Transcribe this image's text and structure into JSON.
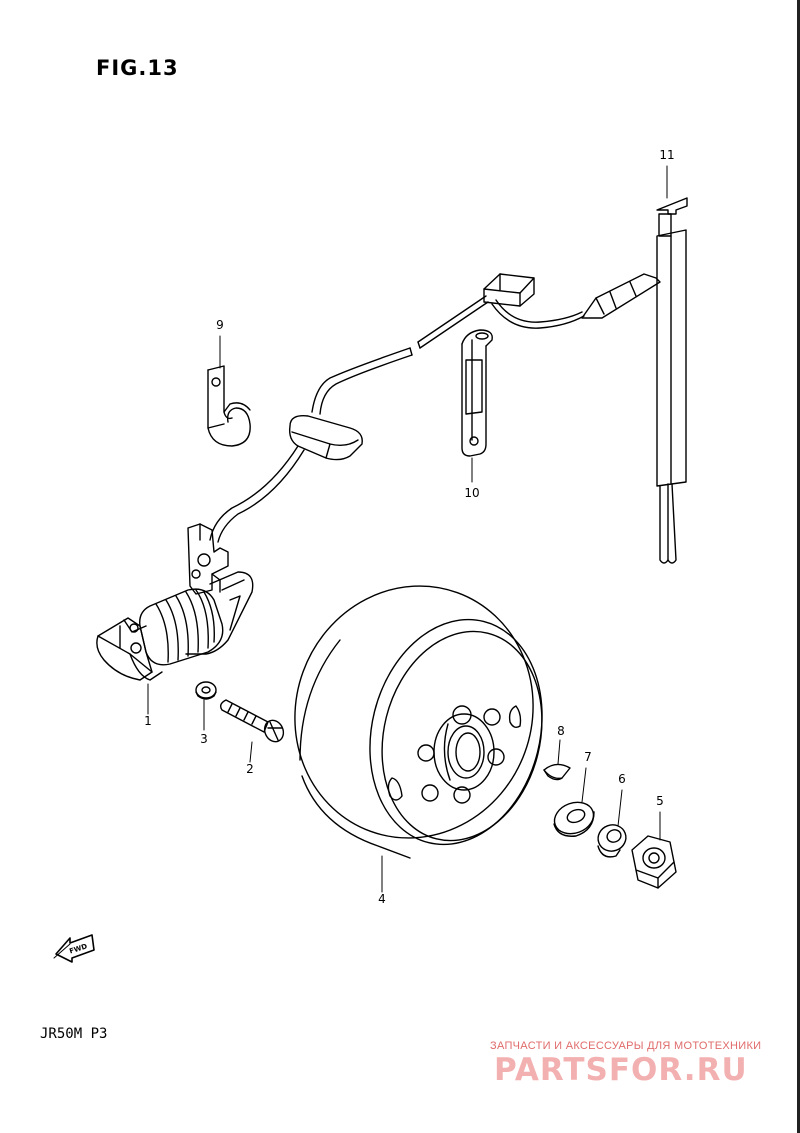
{
  "figure": {
    "title": "FIG.13",
    "model": "JR50M P3"
  },
  "callouts": [
    {
      "id": "1",
      "label": "1"
    },
    {
      "id": "2",
      "label": "2"
    },
    {
      "id": "3",
      "label": "3"
    },
    {
      "id": "4",
      "label": "4"
    },
    {
      "id": "5",
      "label": "5"
    },
    {
      "id": "6",
      "label": "6"
    },
    {
      "id": "7",
      "label": "7"
    },
    {
      "id": "8",
      "label": "8"
    },
    {
      "id": "9",
      "label": "9"
    },
    {
      "id": "10",
      "label": "10"
    },
    {
      "id": "11",
      "label": "11"
    }
  ],
  "arrow_label": "FWD",
  "watermark": {
    "subtitle": "ЗАПЧАСТИ И АКСЕССУАРЫ ДЛЯ МОТОТЕХНИКИ",
    "brand": "PARTSFOR.RU"
  },
  "colors": {
    "ink": "#000000",
    "watermark_red": "#e06b6b",
    "watermark_pink": "#f3b0b0"
  }
}
